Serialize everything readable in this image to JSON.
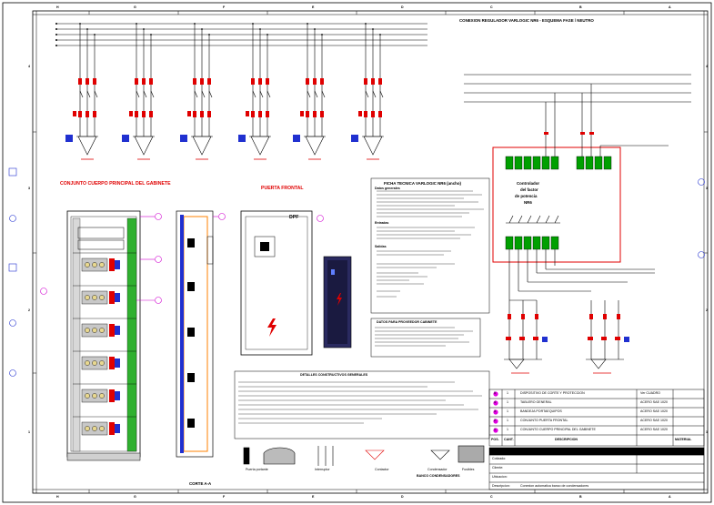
{
  "drawing_title": "CONEXION REGULADOR VARLOGIC NR6 - ESQUEMA FASE / NEUTRO",
  "view_labels": {
    "cabinet_main_body": "CONJUNTO CUERPO PRINCIPAL DEL GABINETE",
    "front_door": "PUERTA FRONTAL",
    "cut": "CORTE A-A"
  },
  "door_label": "DPF",
  "grid": {
    "cols_top": [
      "H",
      "G",
      "F",
      "E",
      "D",
      "C",
      "B",
      "A"
    ],
    "rows_side": [
      "4",
      "3",
      "2",
      "1"
    ]
  },
  "tech_sheet": {
    "title": "FICHA TECNICA VARLOGIC NR6 (ancho)",
    "sub1": "Datos generales",
    "sub2": "Entradas",
    "sub3": "Salidas"
  },
  "provider_box": {
    "title": "DATOS PARA PROVEEDOR CABINETE"
  },
  "notes_box": {
    "title": "DETALLES CONSTRUCTIVOS GENERALES"
  },
  "controller": {
    "title_line1": "Controlador",
    "title_line2": "del factor",
    "title_line3": "de potencia",
    "title_line4": "NR6"
  },
  "legend": {
    "title": "BANCO CONDENSADORES",
    "items": [
      "Puerta portante",
      "Interruptor",
      "Contactor",
      "Condensador",
      "Fusibles"
    ]
  },
  "bom": {
    "headers": [
      "POS.",
      "CANT.",
      "DESCRIPCION",
      "MATERIAL"
    ],
    "rows": [
      {
        "pos": "5",
        "cant": "1",
        "desc": "DISPOSITIVO DE CORTE Y PROTECCION",
        "mat": "Ver CUADRO"
      },
      {
        "pos": "4",
        "cant": "1",
        "desc": "TABLERO GENERAL",
        "mat": "ACERO SAE 1020"
      },
      {
        "pos": "3",
        "cant": "1",
        "desc": "BANDEJA PORTAEQUIPOS",
        "mat": "ACERO SAE 1020"
      },
      {
        "pos": "2",
        "cant": "1",
        "desc": "CONJUNTO PUERTA FRONTAL",
        "mat": "ACERO SAE 1020"
      },
      {
        "pos": "1",
        "cant": "1",
        "desc": "CONJUNTO CUERPO PRINCIPAL DEL GABINETE",
        "mat": "ACERO SAE 1020"
      }
    ]
  },
  "title_block": {
    "field1": "Cotizado:",
    "field2": "Cliente:",
    "field3": "Ubicacion:",
    "field4": "Descripcion:",
    "desc_value": "Conexion automatica banco de condensadores"
  },
  "colors": {
    "frame": "#000000",
    "red": "#e00000",
    "magenta": "#d000d0",
    "green": "#009000",
    "blue": "#2030d0",
    "orange": "#ff8000"
  }
}
